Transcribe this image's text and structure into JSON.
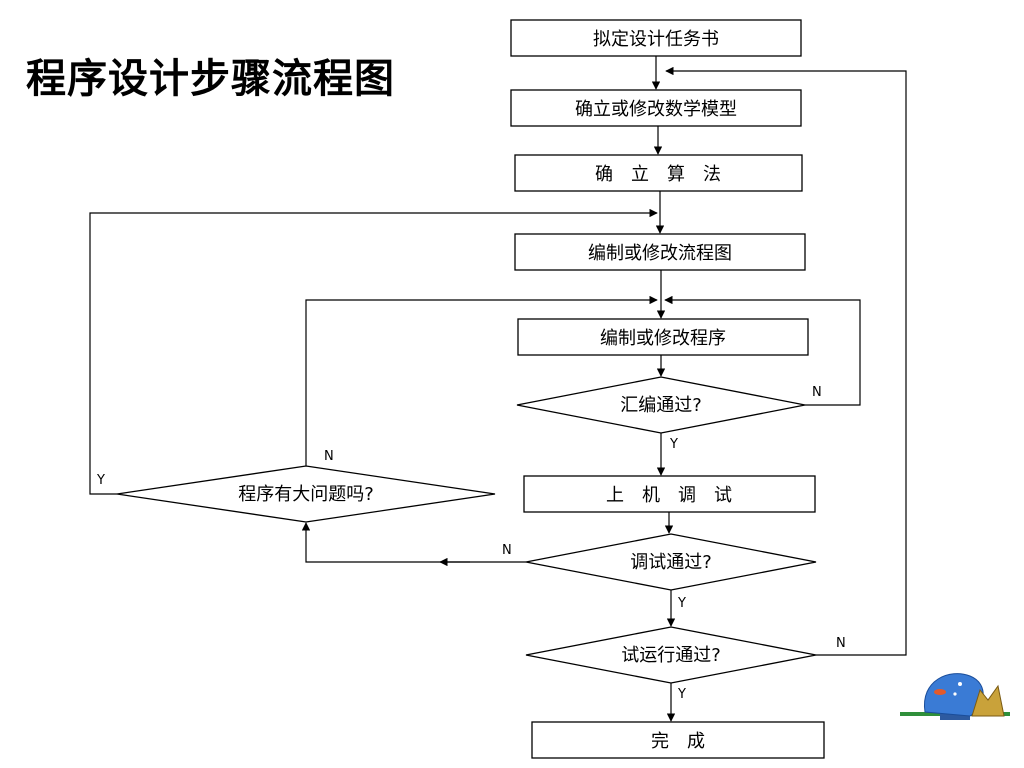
{
  "title": "程序设计步骤流程图",
  "nodes": {
    "task_book": "拟定设计任务书",
    "model": "确立或修改数学模型",
    "algorithm": "确　立　算　法",
    "flowchart": "编制或修改流程图",
    "program": "编制或修改程序",
    "assemble_ok": "汇编通过?",
    "big_problem": "程序有大问题吗?",
    "debug_on_machine": "上　机　调　试",
    "debug_ok": "调试通过?",
    "trial_run_ok": "试运行通过?",
    "done": "完　成"
  },
  "edge_labels": {
    "assemble_n": "N",
    "assemble_y": "Y",
    "big_problem_n": "N",
    "big_problem_y": "Y",
    "debug_n": "N",
    "debug_y": "Y",
    "trial_n": "N",
    "trial_y": "Y"
  },
  "icons": {
    "logo": "aquarium-fish-clipart-icon"
  }
}
